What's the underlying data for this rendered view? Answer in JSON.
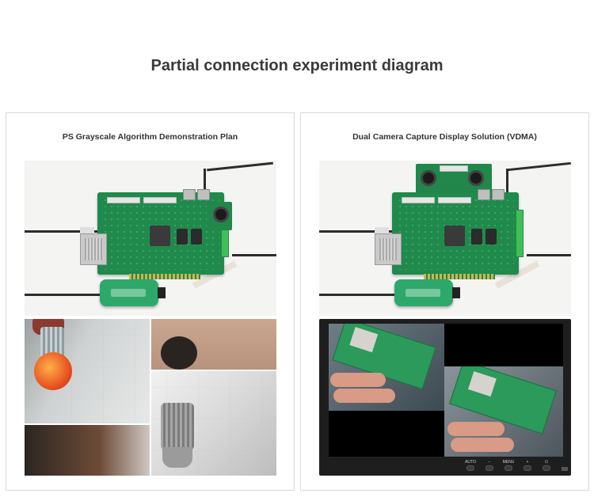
{
  "page": {
    "title": "Partial connection experiment diagram"
  },
  "panels": [
    {
      "title": "PS Grayscale Algorithm Demonstration Plan"
    },
    {
      "title": "Dual Camera Capture Display Solution (VDMA)"
    }
  ],
  "monitor": {
    "controls": [
      "AUTO",
      "−",
      "MENU",
      "+",
      "⏻"
    ]
  },
  "colors": {
    "pcb_green": "#1f8a4c",
    "dongle_green": "#2ea86a",
    "panel_border": "#d9d9d9",
    "title_text": "#3a3a3a"
  }
}
